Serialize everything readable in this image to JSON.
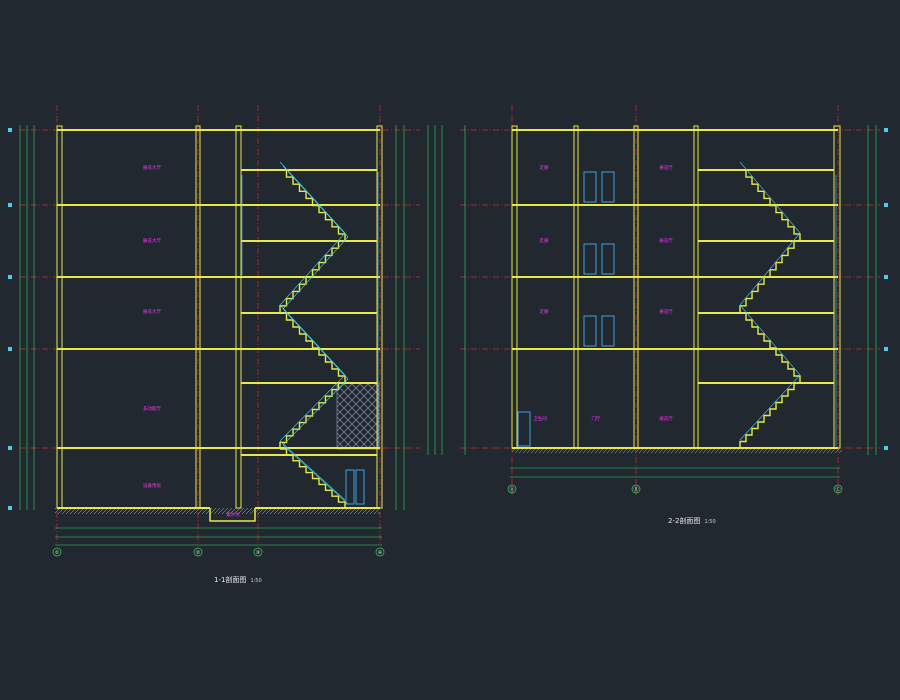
{
  "drawing": {
    "background": "#212830",
    "colors": {
      "slab": "#e8e84a",
      "wall": "#e8e84a",
      "axis": "#d42a2a",
      "dim": "#2fd65a",
      "room_label": "#ff33ff",
      "stair": "#4ad0e6",
      "hatch": "#9a9ec2",
      "door": "#3fa0e0",
      "ground": "#b8b8b8",
      "text": "#e8e8e8"
    },
    "left_section": {
      "title": "1-1剖面图",
      "scale": "1:50",
      "axis_labels": [
        "①",
        "②",
        "③",
        "④"
      ],
      "room_labels": [
        "展览大厅",
        "展览大厅",
        "展览大厅",
        "多功能厅",
        "设备用房"
      ],
      "basement_label": "集水坑"
    },
    "right_section": {
      "title": "2-2剖面图",
      "scale": "1:50",
      "axis_labels": [
        "Ⓐ",
        "Ⓑ",
        "Ⓒ"
      ],
      "room_labels_left": [
        "走廊",
        "走廊",
        "走廊"
      ],
      "room_labels_mid": [
        "展览厅",
        "展览厅",
        "展览厅"
      ],
      "ground_labels": [
        "卫生间",
        "门厅",
        "展览厅"
      ]
    }
  }
}
